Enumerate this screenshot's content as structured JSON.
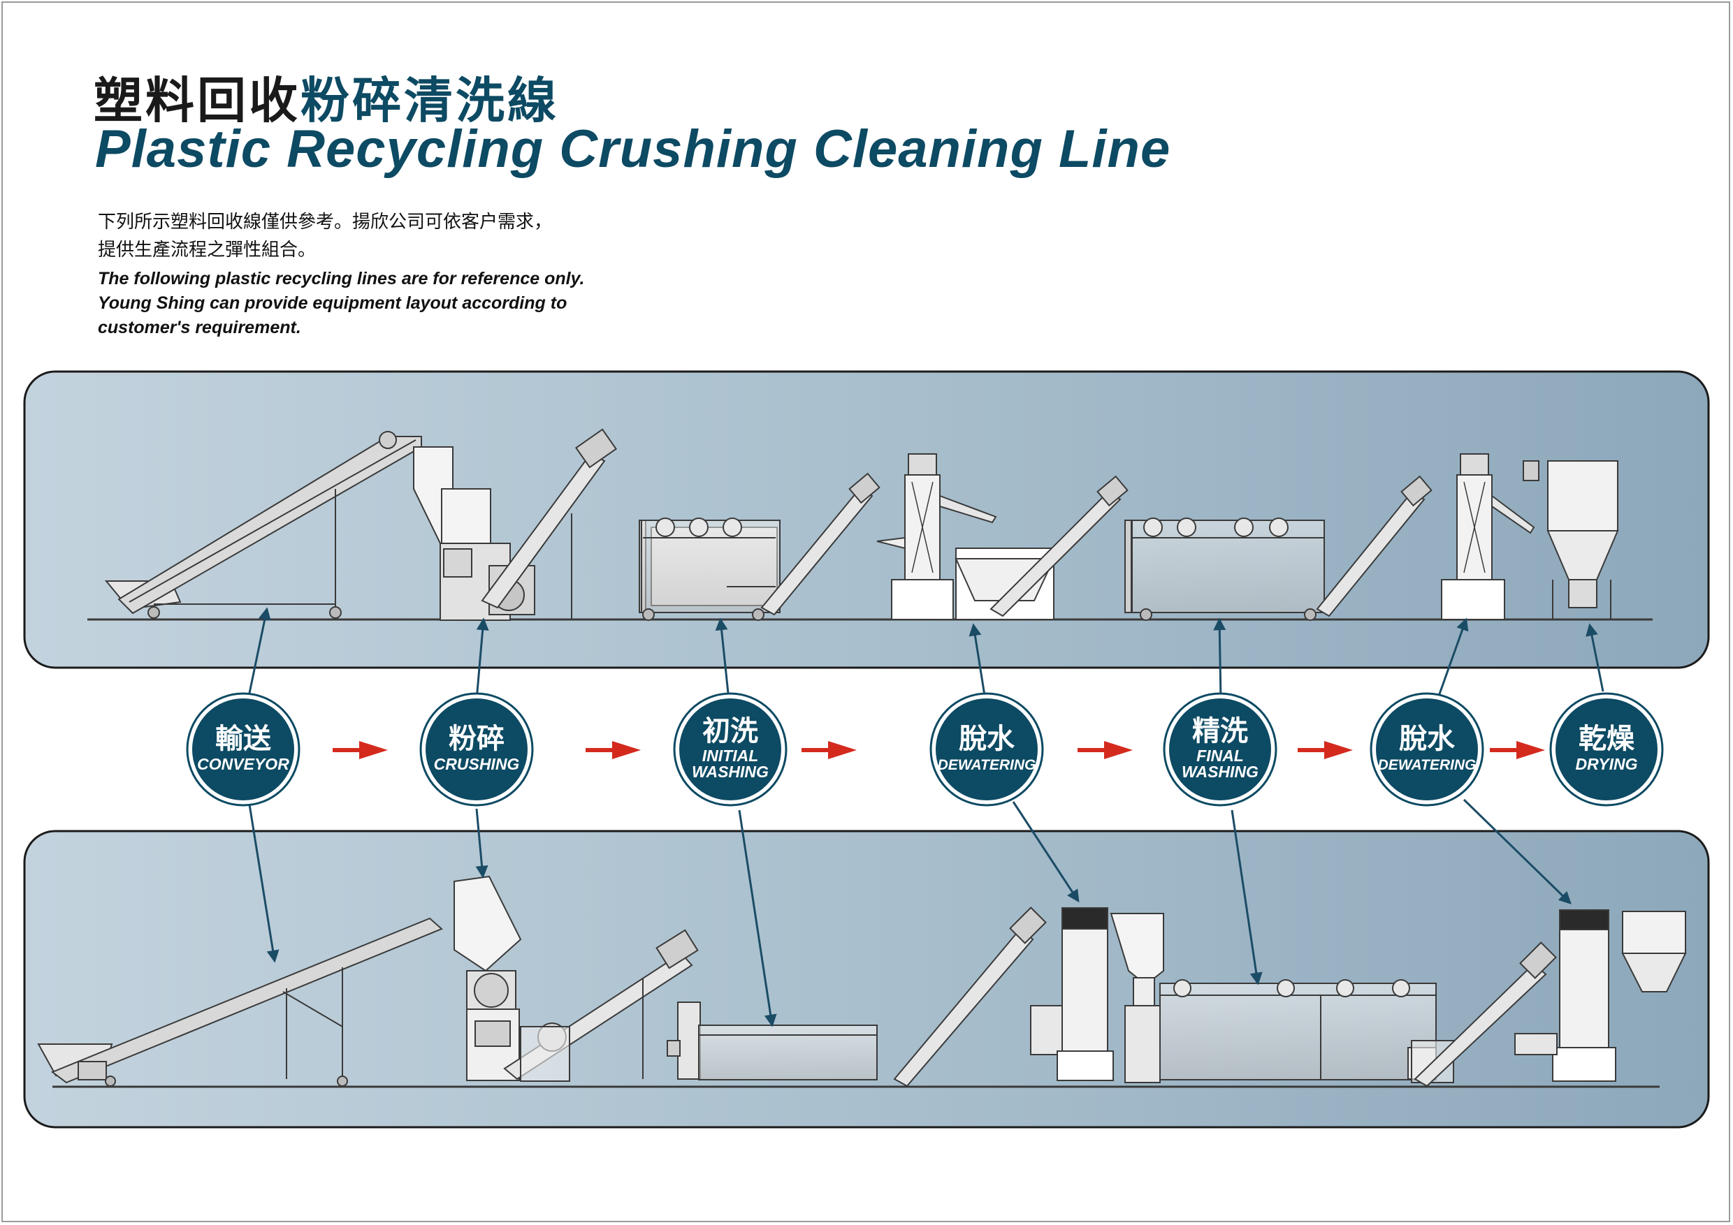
{
  "header": {
    "title_zh_part1": "塑料回收",
    "title_zh_part2": "粉碎清洗線",
    "title_en": "Plastic Recycling Crushing Cleaning Line"
  },
  "description": {
    "zh_lines": [
      "下列所示塑料回收線僅供參考。揚欣公司可依客户需求，",
      "提供生產流程之彈性組合。"
    ],
    "en_lines": [
      "The following plastic recycling lines are for reference only.",
      "Young Shing can provide equipment layout according to",
      "customer's requirement."
    ]
  },
  "process_steps": [
    {
      "zh": "輸送",
      "en": [
        "CONVEYOR"
      ]
    },
    {
      "zh": "粉碎",
      "en": [
        "CRUSHING"
      ]
    },
    {
      "zh": "初洗",
      "en": [
        "INITIAL",
        "WASHING"
      ]
    },
    {
      "zh": "脫水",
      "en": [
        "DEWATERING"
      ]
    },
    {
      "zh": "精洗",
      "en": [
        "FINAL",
        "WASHING"
      ]
    },
    {
      "zh": "脫水",
      "en": [
        "DEWATERING"
      ]
    },
    {
      "zh": "乾燥",
      "en": [
        "DRYING"
      ]
    }
  ],
  "colors": {
    "node_fill": "#0d4a63",
    "flow_arrow": "#d42a1e",
    "panel_dark": "#8da8bb",
    "panel_light": "#c3d3de",
    "pointer": "#1b4c66"
  }
}
